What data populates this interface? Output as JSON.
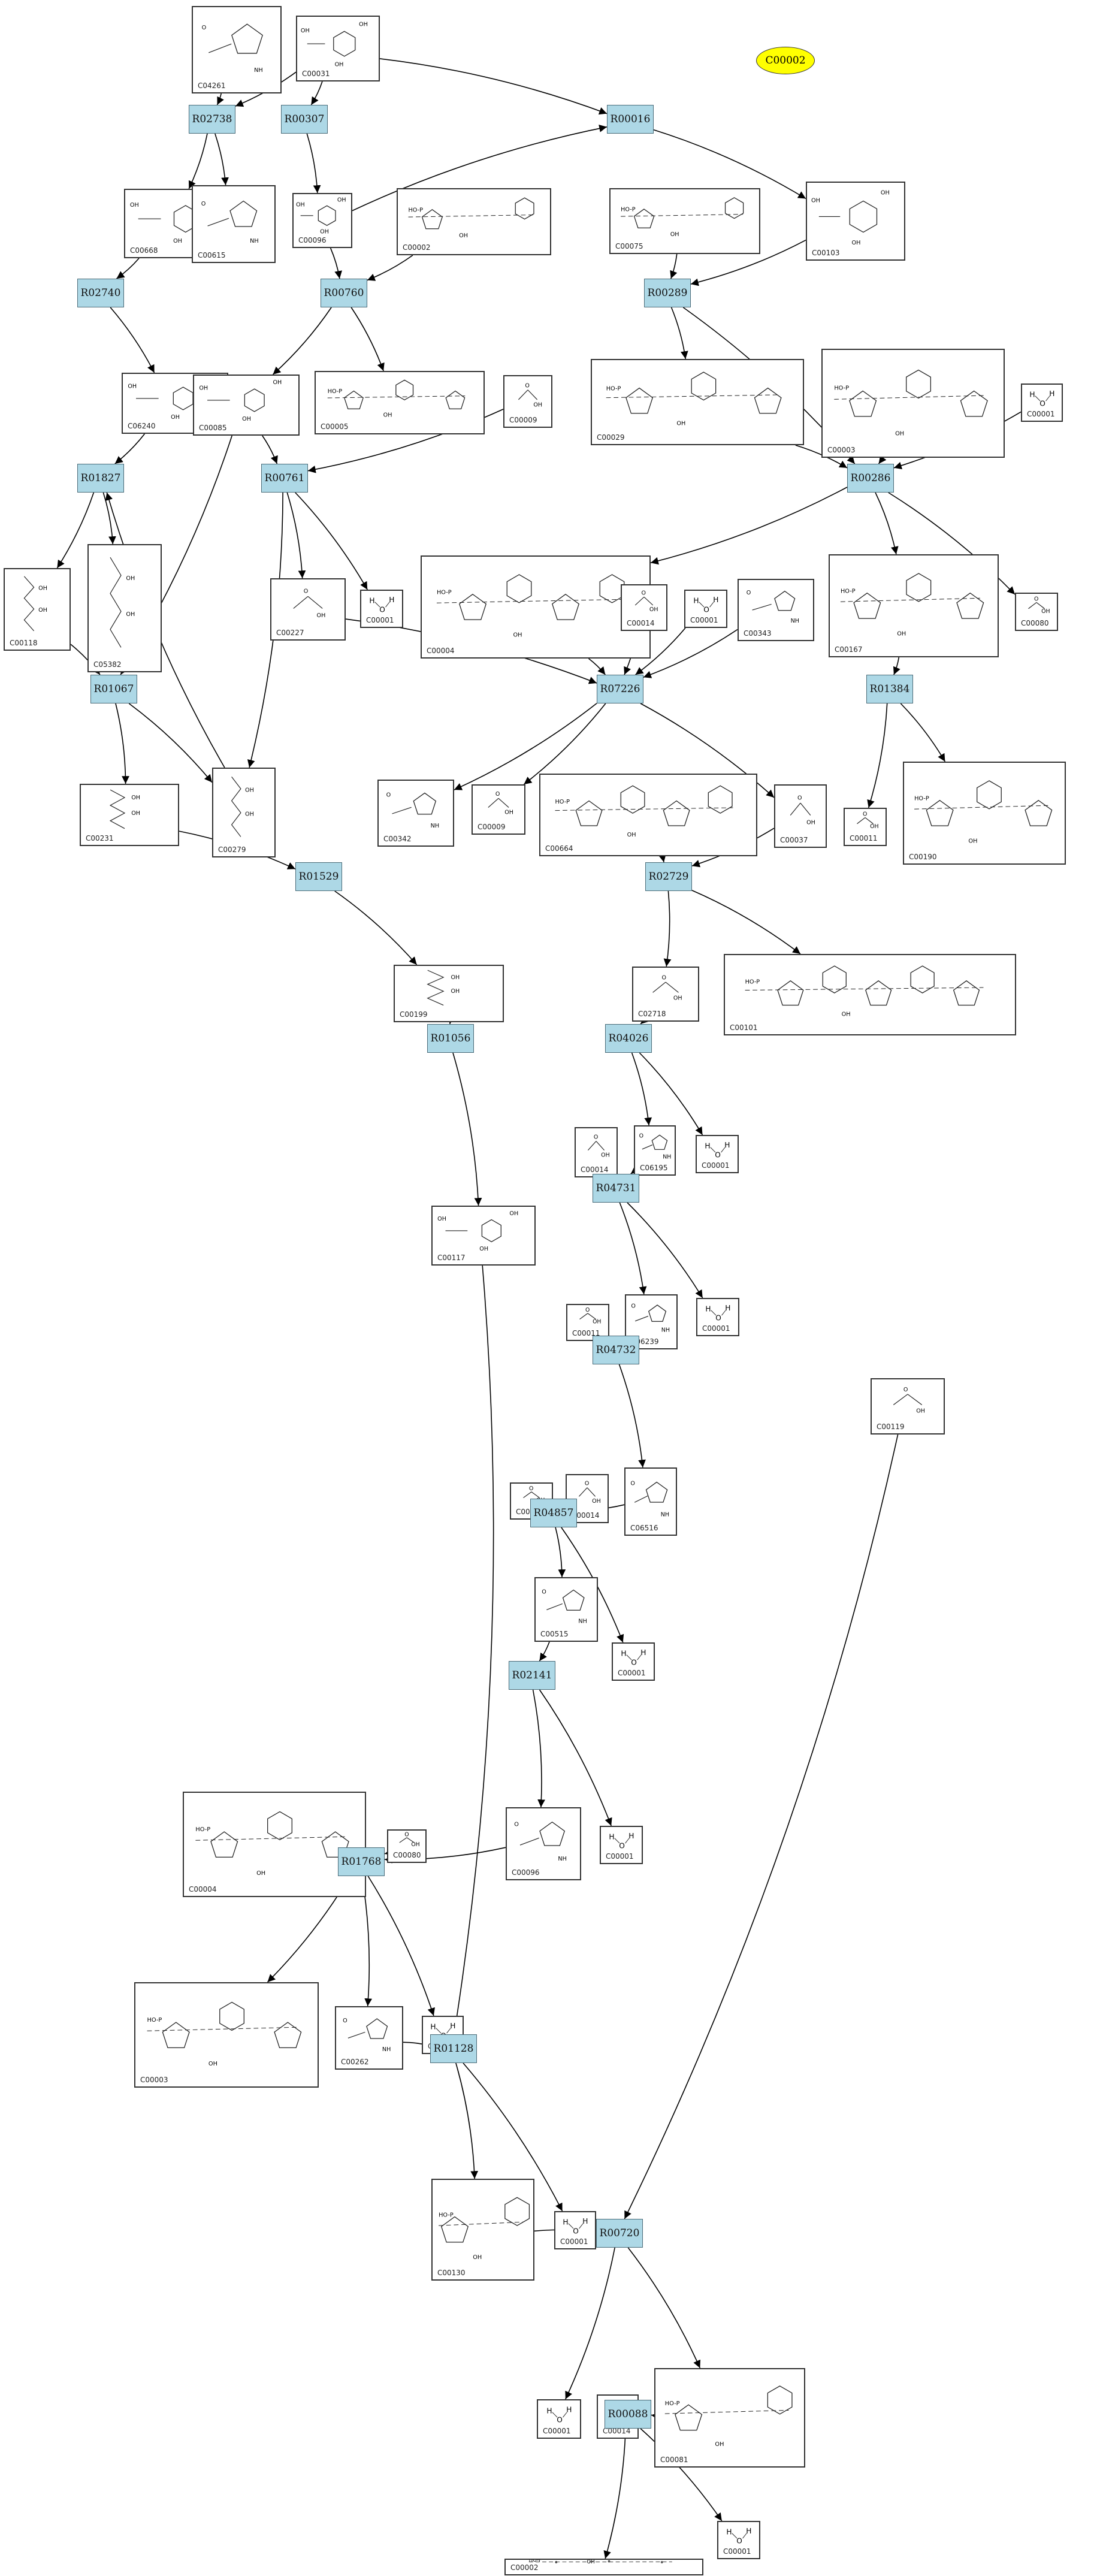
{
  "goal": {
    "label": "C00002"
  },
  "reactions": [
    "R02738",
    "R00307",
    "R00016",
    "R02740",
    "R00760",
    "R00289",
    "R01827",
    "R00761",
    "R00286",
    "R01067",
    "R07226",
    "R01384",
    "R01529",
    "R02729",
    "R01056",
    "R04026",
    "R04731",
    "R04732",
    "R04857",
    "R02141",
    "R01768",
    "R01128",
    "R00720",
    "R00088"
  ],
  "compounds": [
    {
      "id": "C04261",
      "style": "ring"
    },
    {
      "id": "C00031",
      "style": "sugar"
    },
    {
      "id": "C00668",
      "style": "sugar"
    },
    {
      "id": "C00615",
      "style": "ring"
    },
    {
      "id": "C00096",
      "style": "sugar"
    },
    {
      "id": "C00002",
      "style": "nucleotide"
    },
    {
      "id": "C00075",
      "style": "nucleotide"
    },
    {
      "id": "C00103",
      "style": "sugar"
    },
    {
      "id": "C06240",
      "style": "sugar"
    },
    {
      "id": "C00085",
      "style": "sugar"
    },
    {
      "id": "C00005",
      "style": "nucleotide"
    },
    {
      "id": "C00009",
      "style": "small"
    },
    {
      "id": "C00029",
      "style": "nucleotide"
    },
    {
      "id": "C00003",
      "style": "nucleotide"
    },
    {
      "id": "C00001",
      "style": "water"
    },
    {
      "id": "C00118",
      "style": "chain"
    },
    {
      "id": "C05382",
      "style": "chain"
    },
    {
      "id": "C00227",
      "style": "small"
    },
    {
      "id": "C00001",
      "style": "water"
    },
    {
      "id": "C00004",
      "style": "nucleotide"
    },
    {
      "id": "C00014",
      "style": "small"
    },
    {
      "id": "C00001",
      "style": "water"
    },
    {
      "id": "C00343",
      "style": "ring"
    },
    {
      "id": "C00080",
      "style": "small"
    },
    {
      "id": "C00167",
      "style": "nucleotide"
    },
    {
      "id": "C00231",
      "style": "chain"
    },
    {
      "id": "C00279",
      "style": "chain"
    },
    {
      "id": "C00342",
      "style": "ring"
    },
    {
      "id": "C00009",
      "style": "small"
    },
    {
      "id": "C00664",
      "style": "nucleotide"
    },
    {
      "id": "C00037",
      "style": "small"
    },
    {
      "id": "C00011",
      "style": "small"
    },
    {
      "id": "C00190",
      "style": "nucleotide"
    },
    {
      "id": "C00199",
      "style": "chain"
    },
    {
      "id": "C02718",
      "style": "small"
    },
    {
      "id": "C00101",
      "style": "nucleotide"
    },
    {
      "id": "C00117",
      "style": "sugar"
    },
    {
      "id": "C00014",
      "style": "small"
    },
    {
      "id": "C06195",
      "style": "ring"
    },
    {
      "id": "C00001",
      "style": "water"
    },
    {
      "id": "C00011",
      "style": "small"
    },
    {
      "id": "C06239",
      "style": "ring"
    },
    {
      "id": "C00001",
      "style": "water"
    },
    {
      "id": "C00011",
      "style": "small"
    },
    {
      "id": "C00014",
      "style": "small"
    },
    {
      "id": "C06516",
      "style": "ring"
    },
    {
      "id": "C00119",
      "style": "small"
    },
    {
      "id": "C00515",
      "style": "ring"
    },
    {
      "id": "C00001",
      "style": "water"
    },
    {
      "id": "C00004",
      "style": "nucleotide"
    },
    {
      "id": "C00080",
      "style": "small"
    },
    {
      "id": "C00096",
      "style": "ring"
    },
    {
      "id": "C00001",
      "style": "water"
    },
    {
      "id": "C00003",
      "style": "nucleotide"
    },
    {
      "id": "C00262",
      "style": "ring"
    },
    {
      "id": "C00001",
      "style": "water"
    },
    {
      "id": "C00130",
      "style": "nucleotide"
    },
    {
      "id": "C00001",
      "style": "water"
    },
    {
      "id": "C00001",
      "style": "water"
    },
    {
      "id": "C00014",
      "style": "small"
    },
    {
      "id": "C00081",
      "style": "nucleotide"
    },
    {
      "id": "C00002",
      "style": "nucleotide"
    },
    {
      "id": "C00001",
      "style": "water"
    }
  ]
}
